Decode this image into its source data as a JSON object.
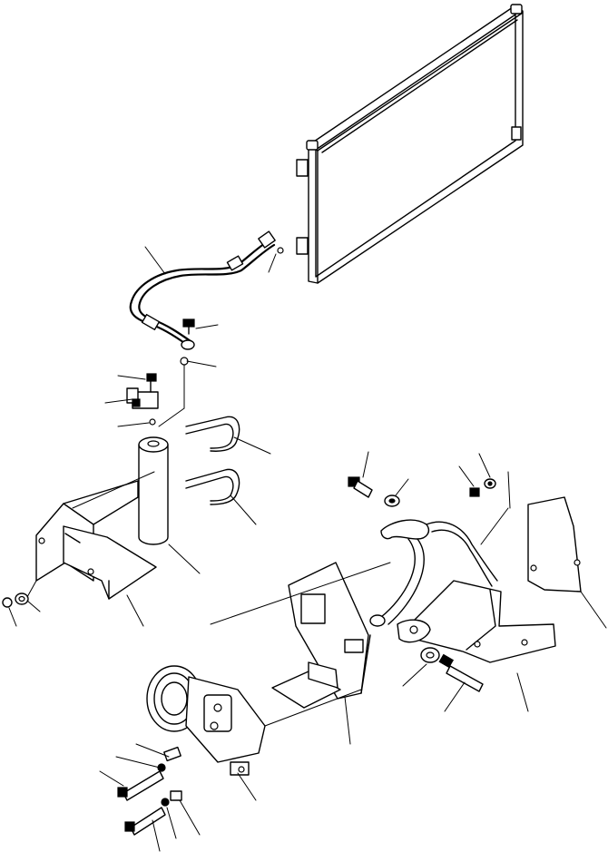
{
  "diagram": {
    "parts": [
      {
        "name": "condenser",
        "icon": "condenser-icon"
      },
      {
        "name": "refrigerant-hose",
        "icon": "hose-icon"
      },
      {
        "name": "receiver-drier",
        "icon": "receiver-drier-icon"
      },
      {
        "name": "receiver-bracket",
        "icon": "bracket-icon"
      },
      {
        "name": "u-bolts",
        "icon": "u-bolt-icon"
      },
      {
        "name": "compressor",
        "icon": "compressor-icon"
      },
      {
        "name": "compressor-bracket",
        "icon": "bracket-icon"
      },
      {
        "name": "mounting-plate",
        "icon": "plate-icon"
      },
      {
        "name": "adjusting-arm",
        "icon": "arm-icon"
      },
      {
        "name": "bolts-washers-nuts",
        "icon": "bolt-icon"
      }
    ],
    "callouts": 27
  }
}
